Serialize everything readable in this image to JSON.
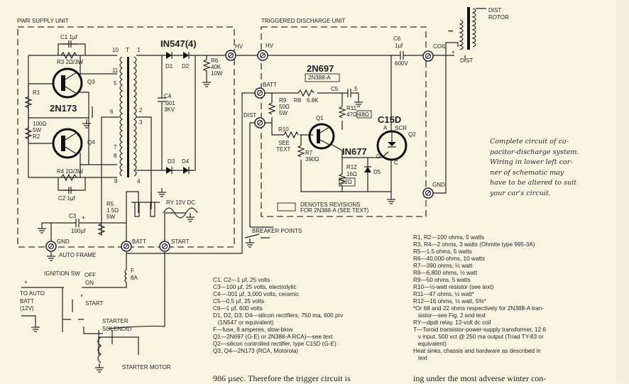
{
  "power_unit": {
    "title": "PWR SUPPLY UNIT",
    "c1": "C1  1µf",
    "r3": "R3  2Ω/3W",
    "r4": "R4  2Ω/3W",
    "c2": "C2  1µf",
    "r1": "R1",
    "r2_val": "100Ω",
    "r2_w": "5W",
    "r2": "R2",
    "q3": "Q3",
    "q4": "Q4",
    "q_type": "2N173",
    "t": "T",
    "pins": [
      "10",
      "1",
      "11",
      "5",
      "6",
      "2",
      "3",
      "7",
      "8",
      "9",
      "4"
    ],
    "diode_type": "IN547(4)",
    "d1": "D1",
    "d2": "D2",
    "d3": "D3",
    "d4": "D4",
    "c4": "C4",
    "c4_val": ".001",
    "c4_v": "3KV",
    "r6": "R6",
    "r6_val": "40K",
    "r6_w": "10W",
    "r5": "R5",
    "r5_val": "1.5Ω",
    "r5_w": "5W",
    "c3": "C3",
    "c3_plus": "+",
    "c3_val": "100µf",
    "ry": "RY  12V DC",
    "hv": "HV",
    "gnd": "GND",
    "batt": "BATT",
    "start": "START",
    "auto_frame": "AUTO FRAME"
  },
  "discharge_unit": {
    "title": "TRIGGERED DISCHARGE UNIT",
    "hv": "HV",
    "coil": "COIL",
    "batt": "BATT",
    "dist": "DIST",
    "gnd": "GND",
    "c6": "C6",
    "c6_val": "1µf",
    "c6_v": "600V",
    "q1_type": "2N697",
    "q1_alt": "2N388-A",
    "c5": "C5",
    "c5_val": ".5",
    "r9": "R9",
    "r9_val": "50Ω",
    "r9_w": "5W",
    "r8": "R8",
    "r8_val": "6.8K",
    "r11": "R11",
    "r11_val": "47Ω",
    "r11_alt": "68Ω",
    "q1": "Q1",
    "r10": "R10",
    "see": "SEE",
    "text": "TEXT",
    "r7": "R7",
    "r7_val": "390Ω",
    "r12": "R12",
    "r12_val": "16Ω",
    "r12_alt": "22Ω",
    "d5_type": "IN677",
    "d5": "D5",
    "q2_type": "C15D",
    "scr": "SCR",
    "q2": "Q2",
    "a": "A",
    "g": "G",
    "c": "C",
    "legend_1": "DENOTES REVISIONS",
    "legend_2": "FOR 2N388-A (SEE TEXT)"
  },
  "external": {
    "dist_rotor_1": "DIST",
    "dist_rotor_2": "ROTOR",
    "coil_minus": "−",
    "coil_plus": "+",
    "coil_dist": "DIST",
    "breaker_points": "BREAKER POINTS",
    "fuse": "F",
    "fuse_val": "8A",
    "ignition_sw": "IGNITION SW",
    "off": "OFF",
    "on": "ON",
    "start": "START",
    "to_auto": "TO AUTO",
    "batt": "BATT",
    "batt_v": "(12V)",
    "batt_plus": "+",
    "starter_1": "STARTER",
    "starter_2": "SOLENOID",
    "starter_motor": "STARTER MOTOR"
  },
  "parts_left": [
    "C1, C2—1 µf, 25 volts",
    "C3—100 µf, 25 volts, electrolytic",
    "C4—.001 µf, 3,000 volts, ceramic",
    "C5—0.5 µf, 25 volts",
    "C6—1 µf, 600 volts",
    "D1, D2, D3, D4—silicon rectifiers, 750 ma, 600 prv",
    "   (1N547 or equivalent)",
    "F—fuse, 8 amperes, slow-blow",
    "Q1—2N697 (G-E) or 2N388-A RCA)—see text",
    "Q2—silicon controlled rectifier, type C15D (G-E)",
    "Q3, Q4—2N173 (RCA, Motorola)"
  ],
  "parts_right": [
    "R1, R2—100 ohms, 5 watts",
    "R3, R4—2 ohms, 3 watts (Ohmite type 995-3A)",
    "R5—1.5 ohms, 5 watts",
    "R6—40,000 ohms, 10 watts",
    "R7—390 ohms, ½ watt",
    "R8—6,800 ohms, ½ watt",
    "R9—50 ohms, 5 watts",
    "R10—½-watt resistor (see text)",
    "R11—47 ohms, ½ watt*",
    "R12—16 ohms, ½ watt, 5%*",
    "*Or 68 and 22 ohms respectively for 2N388-A tran-",
    "   sistor—see Fig. 2 and text",
    "RY—dpdt relay, 12-volt dc coil",
    "T—Toroid transistor-power-supply transformer, 12.6",
    "   v input, 500 vct @ 250 ma output (Triad TY-83 or",
    "   equivalent)",
    "Heat sinks, chassis and hardware as described in",
    "   text"
  ],
  "caption": [
    "Complete circuit of ca-",
    "pacitor-discharge system.",
    "Wiring in lower left cor-",
    "ner of schematic may",
    "have to be altered to suit",
    "your car's circuit."
  ],
  "body_text": {
    "left": "986 µsec. Therefore the trigger circuit is",
    "right": "ing under the most adverse winter con-"
  }
}
